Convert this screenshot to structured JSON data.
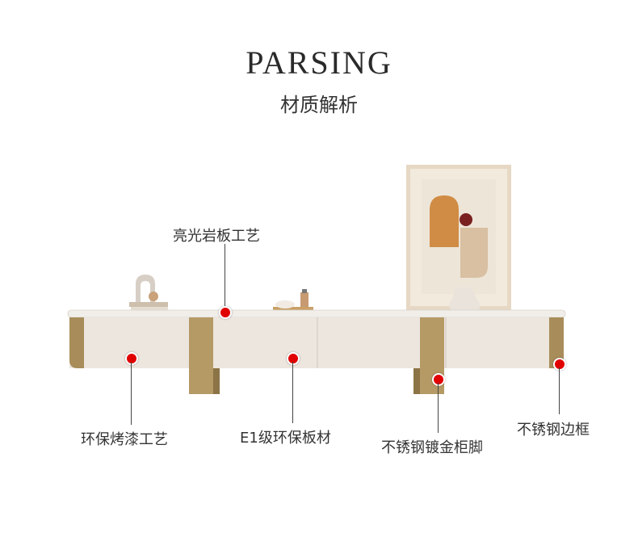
{
  "header": {
    "title": "PARSING",
    "subtitle": "材质解析"
  },
  "callouts": {
    "top_surface": "亮光岩板工艺",
    "paint": "环保烤漆工艺",
    "board": "E1级环保板材",
    "legs": "不锈钢镀金柜脚",
    "frame": "不锈钢边框"
  },
  "colors": {
    "marker": "#e00000",
    "gold": "#b09460",
    "cabinet": "#ece6df",
    "text": "#333333"
  }
}
